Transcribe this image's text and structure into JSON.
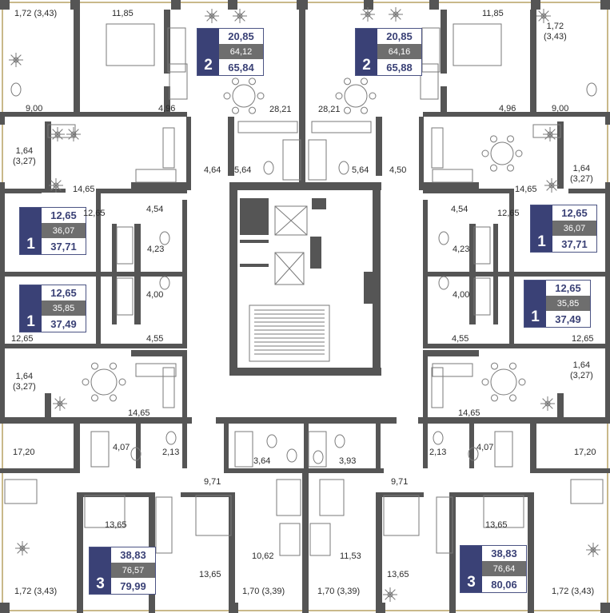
{
  "colors": {
    "wall": "#555555",
    "facade": "#c9b98a",
    "accent": "#3a4176",
    "total_bg": "#6e6e6e",
    "fixture": "#7a7a7a"
  },
  "apartments": [
    {
      "id": "top-left",
      "rooms": "2",
      "living": "20,85",
      "total": "64,12",
      "full": "65,84"
    },
    {
      "id": "top-right",
      "rooms": "2",
      "living": "20,85",
      "total": "64,16",
      "full": "65,88"
    },
    {
      "id": "left-upper",
      "rooms": "1",
      "living": "12,65",
      "total": "36,07",
      "full": "37,71"
    },
    {
      "id": "right-upper",
      "rooms": "1",
      "living": "12,65",
      "total": "36,07",
      "full": "37,71"
    },
    {
      "id": "left-lower",
      "rooms": "1",
      "living": "12,65",
      "total": "35,85",
      "full": "37,49"
    },
    {
      "id": "right-lower",
      "rooms": "1",
      "living": "12,65",
      "total": "35,85",
      "full": "37,49"
    },
    {
      "id": "bottom-left",
      "rooms": "3",
      "living": "38,83",
      "total": "76,57",
      "full": "79,99"
    },
    {
      "id": "bottom-right",
      "rooms": "3",
      "living": "38,83",
      "total": "76,64",
      "full": "80,06"
    }
  ],
  "area_labels": [
    "1,72 (3,43)",
    "11,85",
    "11,85",
    "1,72\n(3,43)",
    "9,00",
    "4,96",
    "28,21",
    "28,21",
    "4,96",
    "9,00",
    "1,64\n(3,27)",
    "1,64\n(3,27)",
    "4,64",
    "5,64",
    "5,64",
    "4,50",
    "14,65",
    "14,65",
    "12,65",
    "4,54",
    "4,54",
    "12,65",
    "4,23",
    "4,23",
    "4,00",
    "4,00",
    "12,65",
    "4,55",
    "4,55",
    "12,65",
    "1,64\n(3,27)",
    "1,64\n(3,27)",
    "14,65",
    "14,65",
    "17,20",
    "4,07",
    "2,13",
    "3,64",
    "3,93",
    "2,13",
    "4,07",
    "17,20",
    "9,71",
    "9,71",
    "13,65",
    "13,65",
    "10,62",
    "11,53",
    "13,65",
    "13,65",
    "1,72 (3,43)",
    "1,70 (3,39)",
    "1,70 (3,39)",
    "1,72 (3,43)"
  ]
}
